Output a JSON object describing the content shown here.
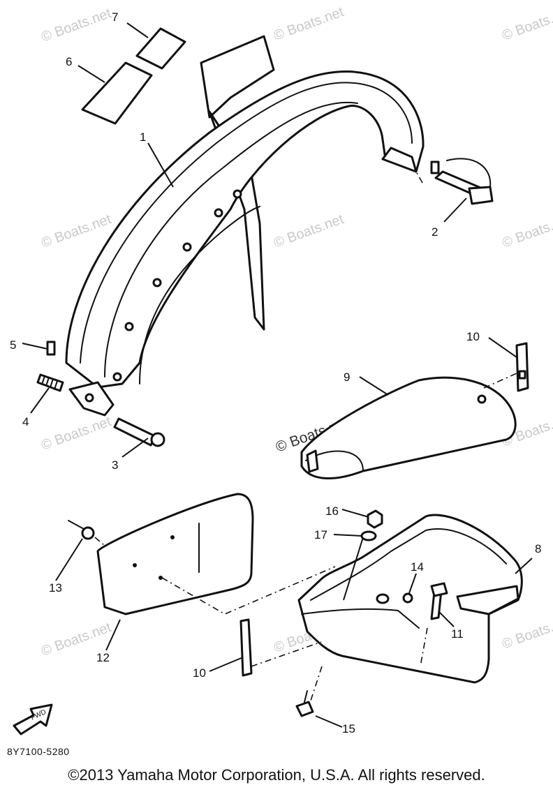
{
  "diagram": {
    "callouts": [
      "1",
      "2",
      "3",
      "4",
      "5",
      "6",
      "7",
      "8",
      "9",
      "10",
      "10",
      "11",
      "12",
      "13",
      "14",
      "15",
      "16",
      "17"
    ],
    "watermark": "© Boats.net",
    "watermark_center": "© Boats.net",
    "fwd_label": "FWD",
    "drawing_code": "8Y7100-5280"
  },
  "footer": {
    "copyright": "©2013 Yamaha Motor Corporation, U.S.A. All rights reserved."
  }
}
